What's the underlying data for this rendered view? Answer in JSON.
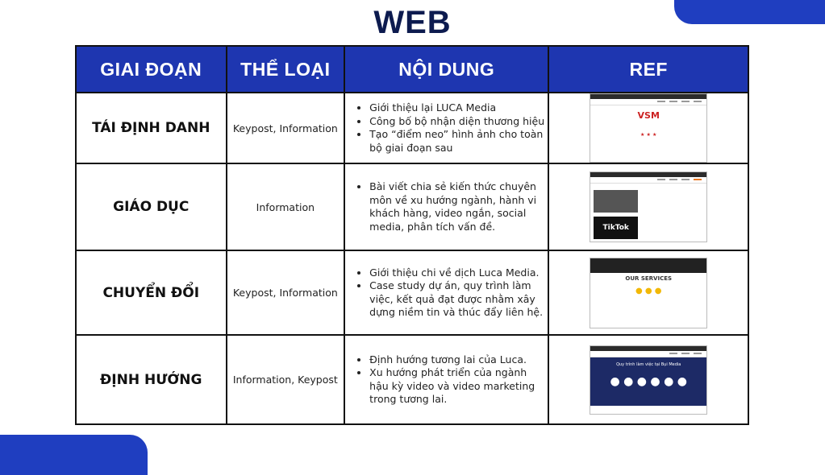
{
  "title": "WEB",
  "headers": [
    "GIAI ĐOẠN",
    "THỂ  LOẠI",
    "NỘI DUNG",
    "REF"
  ],
  "rows": [
    {
      "stage": "TÁI ĐỊNH DANH",
      "type": "Keypost, Information",
      "content": [
        "Giới thiệu lại LUCA Media",
        "Công bố bộ nhận diện thương hiệu",
        "Tạo “điểm neo” hình ảnh cho toàn bộ giai đoạn sau"
      ],
      "ref_text": "VSM"
    },
    {
      "stage": "GIÁO DỤC",
      "type": "Information",
      "content": [
        "Bài viết chia sẻ kiến thức chuyên môn về xu hướng ngành, hành vi khách hàng, video ngắn, social media, phân tích vấn đề."
      ],
      "ref_text": "TikTok"
    },
    {
      "stage": "CHUYỂN ĐỔI",
      "type": "Keypost, Information",
      "content": [
        "Giới thiệu chi  về dịch Luca Media.",
        "Case study dự án, quy trình làm việc, kết quả đạt được nhằm xây dựng niềm tin và thúc đẩy liên hệ."
      ],
      "ref_text": "OUR SERVICES"
    },
    {
      "stage": "ĐỊNH HƯỚNG",
      "type": "Information, Keypost",
      "content": [
        "Định hướng tương lai của Luca.",
        "Xu hướng phát triển của ngành hậu kỳ video và video marketing trong tương lai."
      ],
      "ref_text": "Quy trình làm việc tại Bụi Media"
    }
  ],
  "colors": {
    "accent": "#1e36b0",
    "title": "#0d1b4f"
  }
}
